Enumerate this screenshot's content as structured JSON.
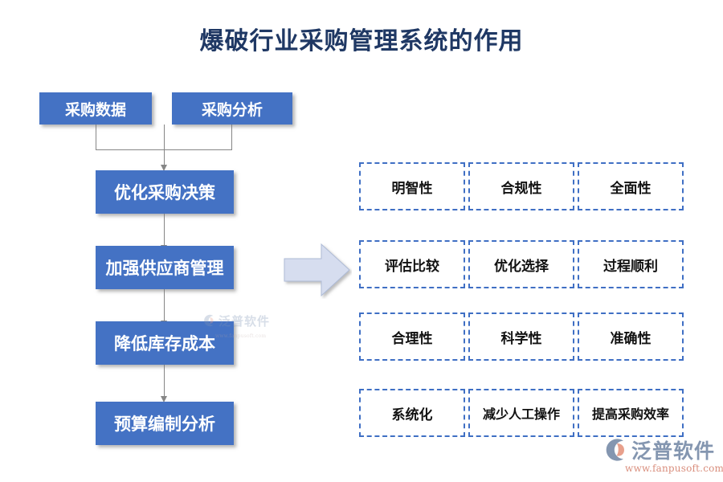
{
  "title": "爆破行业采购管理系统的作用",
  "colors": {
    "title": "#1F3864",
    "box_fill": "#4472C4",
    "box_text": "#FFFFFF",
    "connector": "#868686",
    "dashed_border": "#3F6FC4",
    "cell_text": "#111111",
    "block_arrow_fill": "#D6DDEF",
    "block_arrow_stroke": "#AEBBD6",
    "background": "#FFFFFF",
    "logo_word": "#8496B0",
    "logo_url": "#D98E7D",
    "logo_accent": "#E8A08C"
  },
  "flow": {
    "inputs": [
      {
        "label": "采购数据"
      },
      {
        "label": "采购分析"
      }
    ],
    "steps": [
      {
        "label": "优化采购决策"
      },
      {
        "label": "加强供应商管理"
      },
      {
        "label": "降低库存成本"
      },
      {
        "label": "预算编制分析"
      }
    ]
  },
  "benefits": {
    "rows": [
      [
        {
          "label": "明智性"
        },
        {
          "label": "合规性"
        },
        {
          "label": "全面性"
        }
      ],
      [
        {
          "label": "评估比较"
        },
        {
          "label": "优化选择"
        },
        {
          "label": "过程顺利"
        }
      ],
      [
        {
          "label": "合理性"
        },
        {
          "label": "科学性"
        },
        {
          "label": "准确性"
        }
      ],
      [
        {
          "label": "系统化"
        },
        {
          "label": "减少人工操作"
        },
        {
          "label": "提高采购效率"
        }
      ]
    ]
  },
  "branding": {
    "name": "泛普软件",
    "url": "www.fanpusoft.com"
  },
  "icons": {
    "block_arrow": "right-block-arrow-icon",
    "flow_arrow": "down-arrow-icon",
    "logo_mark": "fanpu-logo-mark-icon"
  }
}
